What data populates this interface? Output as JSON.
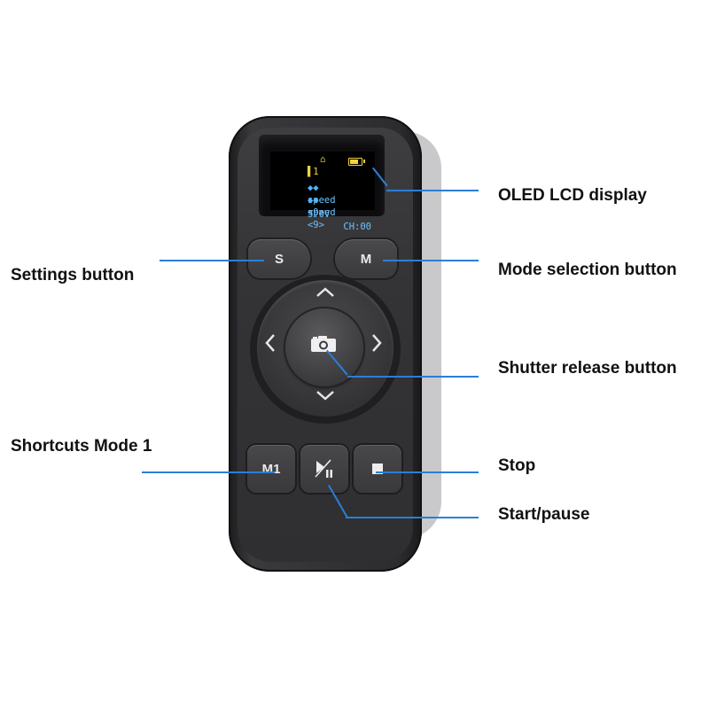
{
  "screen": {
    "channel_icon_text": "1",
    "row1_arrows": "◆◆",
    "row1_text": "speed",
    "row1_value": "<9>",
    "row2_arrows": "◆◆",
    "row2_text": "speed",
    "row2_value": "<9>",
    "voltage": "3.0V",
    "channel": "CH:00"
  },
  "buttons": {
    "settings": "S",
    "mode": "M",
    "shortcut": "M1"
  },
  "callouts": {
    "oled": "OLED LCD display",
    "settings": "Settings button",
    "mode": "Mode selection button",
    "shutter": "Shutter release button",
    "shortcuts": "Shortcuts Mode 1",
    "stop": "Stop",
    "start_pause": "Start/pause"
  },
  "colors": {
    "callout_line": "#2b7fd6",
    "screen_blue": "#6ec3ff",
    "screen_yellow": "#f3d23a"
  }
}
